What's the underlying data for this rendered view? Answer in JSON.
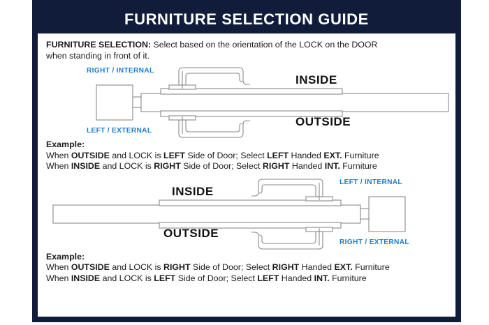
{
  "header": {
    "title": "FURNITURE SELECTION GUIDE",
    "bar_color": "#111c3a",
    "title_color": "#ffffff"
  },
  "colors": {
    "frame_navy": "#111c3a",
    "label_blue": "#1a7fd4",
    "text_black": "#1c1c1c",
    "line_gray": "#8a8a8a",
    "page_white": "#ffffff"
  },
  "intro": {
    "lead": "FURNITURE SELECTION:",
    "body_line1": "Select based on the orientation of the LOCK on the DOOR",
    "body_line2": "when standing in front of it."
  },
  "diagram_top": {
    "name": "right-internal-lock-diagram",
    "orientation": "lock-on-left",
    "label_top_left": "RIGHT / INTERNAL",
    "label_bottom_left": "LEFT / EXTERNAL",
    "label_inside": "INSIDE",
    "label_outside": "OUTSIDE"
  },
  "example_top": {
    "heading": "Example:",
    "line1": {
      "pre": "When ",
      "b1": "OUTSIDE",
      "mid1": " and LOCK is ",
      "b2": "LEFT",
      "mid2": " Side of Door;   Select ",
      "b3": "LEFT",
      "mid3": " Handed ",
      "b4": "EXT.",
      "post": " Furniture"
    },
    "line2": {
      "pre": "When ",
      "b1": "INSIDE",
      "mid1": " and LOCK is ",
      "b2": "RIGHT",
      "mid2": " Side of Door;  Select ",
      "b3": "RIGHT",
      "mid3": " Handed ",
      "b4": "INT.",
      "post": " Furniture"
    }
  },
  "diagram_bottom": {
    "name": "left-internal-lock-diagram",
    "orientation": "lock-on-right",
    "label_top_right": "LEFT / INTERNAL",
    "label_bottom_right": "RIGHT / EXTERNAL",
    "label_inside": "INSIDE",
    "label_outside": "OUTSIDE"
  },
  "example_bottom": {
    "heading": "Example:",
    "line1": {
      "pre": "When ",
      "b1": "OUTSIDE",
      "mid1": " and LOCK is ",
      "b2": "RIGHT",
      "mid2": " Side of Door;   Select ",
      "b3": "RIGHT",
      "mid3": " Handed ",
      "b4": "EXT.",
      "post": " Furniture"
    },
    "line2": {
      "pre": "When ",
      "b1": "INSIDE",
      "mid1": " and LOCK is ",
      "b2": "LEFT",
      "mid2": " Side of Door;  Select ",
      "b3": "LEFT",
      "mid3": " Handed ",
      "b4": "INT.",
      "post": " Furniture"
    }
  }
}
